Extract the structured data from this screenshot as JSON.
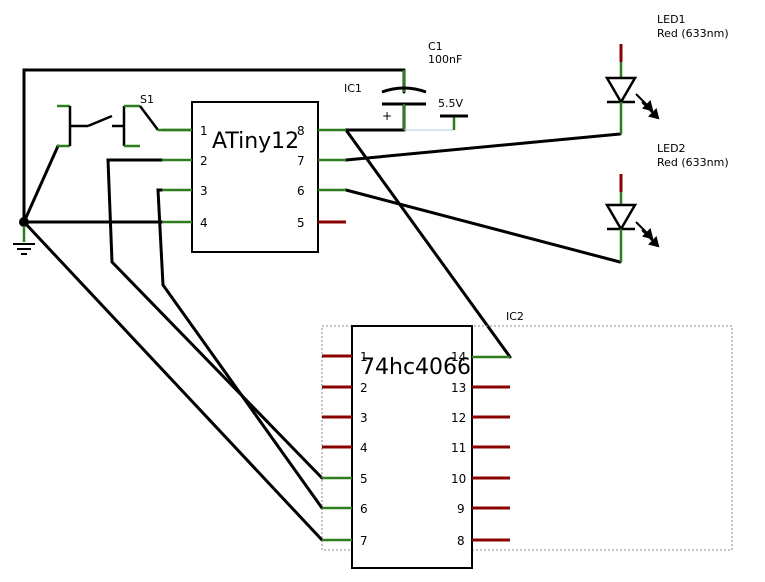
{
  "colors": {
    "wire": "#000000",
    "pin_connected": "#2e7d1f",
    "pin_unconnected": "#8b0000",
    "dashed_outline": "#8a8a8a"
  },
  "ic1": {
    "ref": "IC1",
    "name": "ATiny12",
    "pins": [
      "1",
      "2",
      "3",
      "4",
      "5",
      "6",
      "7",
      "8"
    ]
  },
  "ic2": {
    "ref": "IC2",
    "name": "74hc4066",
    "pins": [
      "1",
      "2",
      "3",
      "4",
      "5",
      "6",
      "7",
      "8",
      "9",
      "10",
      "11",
      "12",
      "13",
      "14"
    ]
  },
  "c1": {
    "ref": "C1",
    "value": "100nF",
    "polarity": "+"
  },
  "supply": {
    "label": "5.5V"
  },
  "s1": {
    "ref": "S1"
  },
  "led1": {
    "ref": "LED1",
    "value": "Red (633nm)"
  },
  "led2": {
    "ref": "LED2",
    "value": "Red (633nm)"
  },
  "icons": [
    "ground-icon",
    "switch-icon",
    "capacitor-icon",
    "led-icon",
    "arrow-icon"
  ]
}
